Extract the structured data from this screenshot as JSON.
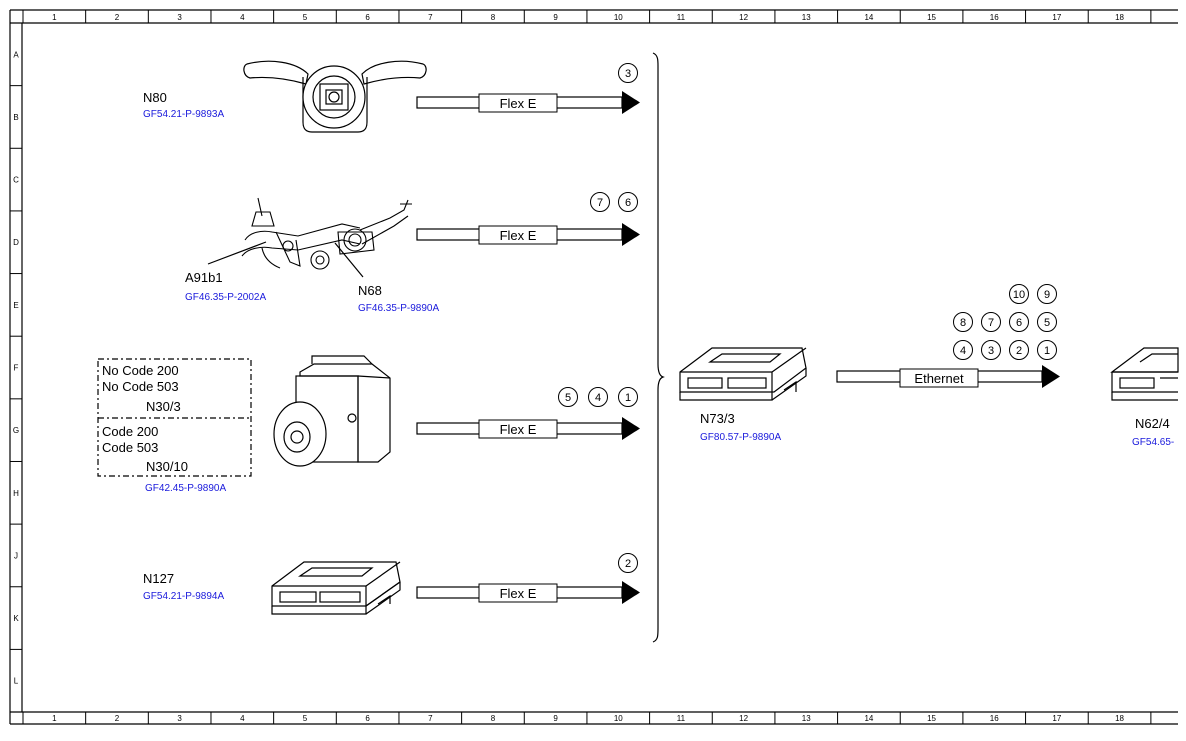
{
  "grid": {
    "columns": [
      "1",
      "2",
      "3",
      "4",
      "5",
      "6",
      "7",
      "8",
      "9",
      "10",
      "11",
      "12",
      "13",
      "14",
      "15",
      "16",
      "17",
      "18"
    ],
    "rows": [
      "A",
      "B",
      "C",
      "D",
      "E",
      "F",
      "G",
      "H",
      "J",
      "K",
      "L"
    ]
  },
  "components": {
    "n80": {
      "name": "N80",
      "ref": "GF54.21-P-9893A"
    },
    "a91b1": {
      "name": "A91b1",
      "ref": "GF46.35-P-2002A"
    },
    "n68": {
      "name": "N68",
      "ref": "GF46.35-P-9890A"
    },
    "n30": {
      "variant1_line1": "No Code 200",
      "variant1_line2": "No Code 503",
      "variant1_name": "N30/3",
      "variant2_line1": "Code 200",
      "variant2_line2": "Code 503",
      "variant2_name": "N30/10",
      "ref": "GF42.45-P-9890A"
    },
    "n127": {
      "name": "N127",
      "ref": "GF54.21-P-9894A"
    },
    "n73_3": {
      "name": "N73/3",
      "ref": "GF80.57-P-9890A"
    },
    "n62_4": {
      "name": "N62/4",
      "ref": "GF54.65-"
    }
  },
  "connections": {
    "flex1": {
      "label": "Flex E",
      "badges": [
        "3"
      ]
    },
    "flex2": {
      "label": "Flex E",
      "badges": [
        "7",
        "6"
      ]
    },
    "flex3": {
      "label": "Flex E",
      "badges": [
        "5",
        "4",
        "1"
      ]
    },
    "flex4": {
      "label": "Flex E",
      "badges": [
        "2"
      ]
    },
    "ethernet": {
      "label": "Ethernet",
      "badges_row1": [
        "10",
        "9"
      ],
      "badges_row2": [
        "8",
        "7",
        "6",
        "5"
      ],
      "badges_row3": [
        "4",
        "3",
        "2",
        "1"
      ]
    }
  },
  "colors": {
    "line": "#000000",
    "ref_link": "#1a1adc",
    "background": "#ffffff"
  }
}
